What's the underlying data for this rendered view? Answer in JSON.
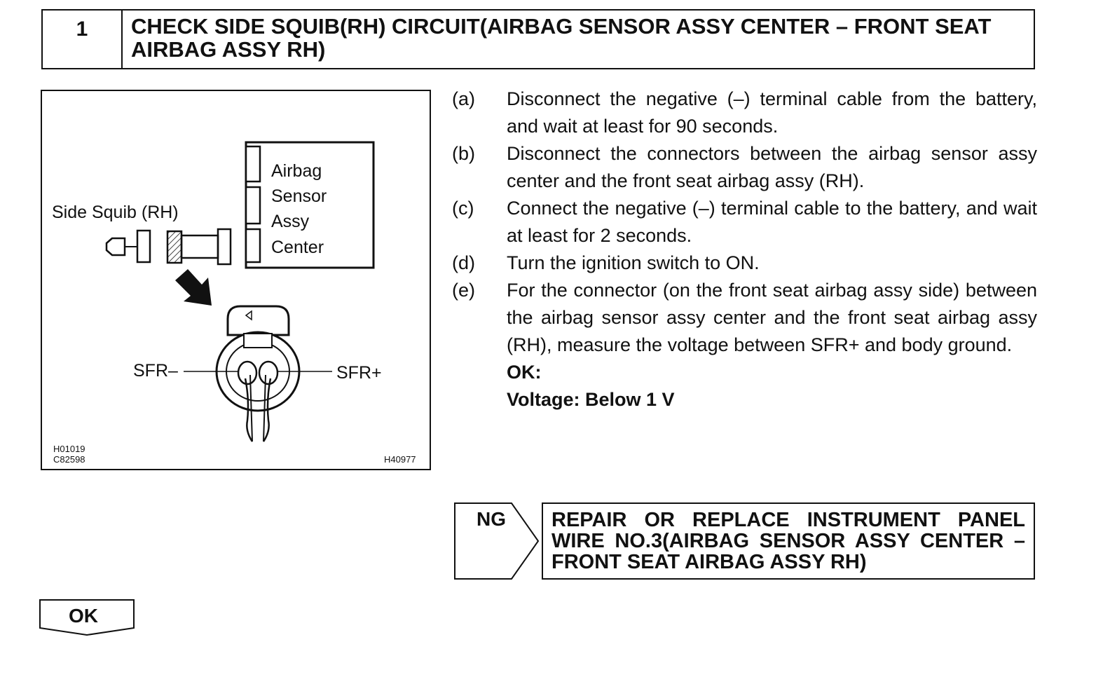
{
  "header": {
    "step_number": "1",
    "title": "CHECK SIDE SQUIB(RH) CIRCUIT(AIRBAG SENSOR ASSY CENTER – FRONT SEAT AIRBAG ASSY RH)"
  },
  "figure": {
    "component_label_lines": [
      "Airbag",
      "Sensor",
      "Assy",
      "Center"
    ],
    "squib_label": "Side Squib (RH)",
    "terminal_minus": "SFR–",
    "terminal_plus": "SFR+",
    "code_left_1": "H01019",
    "code_left_2": "C82598",
    "code_right": "H40977"
  },
  "steps": [
    {
      "label": "(a)",
      "text": "Disconnect the negative (–) terminal cable from the battery, and wait at least for 90 seconds."
    },
    {
      "label": "(b)",
      "text": "Disconnect the connectors between the airbag sensor assy center and the front seat airbag assy (RH)."
    },
    {
      "label": "(c)",
      "text": "Connect the negative (–) terminal cable to the battery, and wait at least for 2 seconds."
    },
    {
      "label": "(d)",
      "text": "Turn the ignition switch to ON."
    },
    {
      "label": "(e)",
      "text": "For the connector (on the front seat airbag assy side) between the airbag sensor assy center and the front seat airbag assy (RH), measure the voltage between SFR+ and body ground."
    }
  ],
  "spec": {
    "ok_label": "OK:",
    "value": "Voltage: Below 1 V"
  },
  "ng": {
    "label": "NG",
    "action": "REPAIR OR REPLACE INSTRUMENT PANEL WIRE NO.3(AIRBAG SENSOR ASSY CENTER – FRONT SEAT AIRBAG ASSY RH)"
  },
  "ok_button": {
    "label": "OK"
  }
}
